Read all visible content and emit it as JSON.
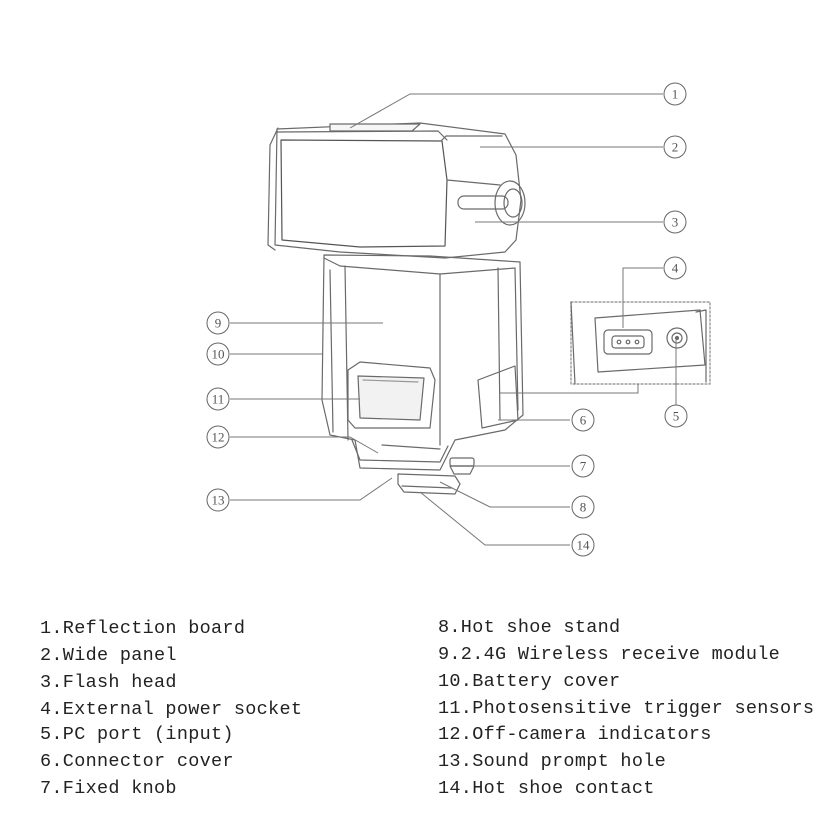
{
  "callouts": [
    "1",
    "2",
    "3",
    "4",
    "5",
    "6",
    "7",
    "8",
    "9",
    "10",
    "11",
    "12",
    "13",
    "14"
  ],
  "legend": {
    "left": [
      "1.Reflection board",
      "2.Wide panel",
      "3.Flash head",
      "4.External power socket",
      "5.PC port (input)",
      "6.Connector cover",
      "7.Fixed knob"
    ],
    "right": [
      "8.Hot shoe stand",
      "9.2.4G Wireless receive module",
      "10.Battery cover",
      "11.Photosensitive trigger sensors",
      "12.Off-camera indicators",
      "13.Sound prompt hole",
      "14.Hot shoe contact"
    ]
  }
}
